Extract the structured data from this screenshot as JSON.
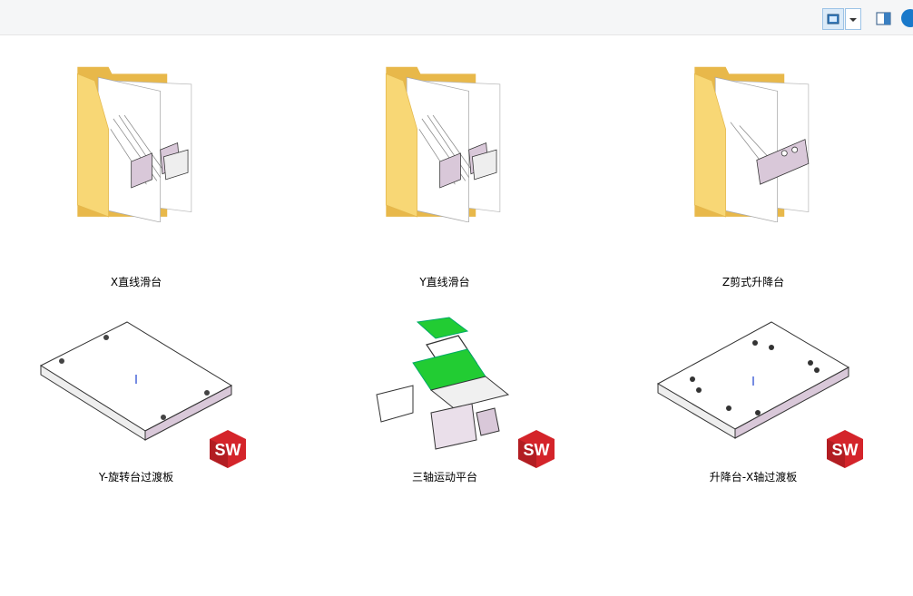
{
  "items": [
    {
      "name": "X直线滑台",
      "type": "folder",
      "variant": "linear"
    },
    {
      "name": "Y直线滑台",
      "type": "folder",
      "variant": "linear"
    },
    {
      "name": "Z剪式升降台",
      "type": "folder",
      "variant": "scissor"
    },
    {
      "name": "Y-旋转台过渡板",
      "type": "sw-part",
      "variant": "plate4"
    },
    {
      "name": "三轴运动平台",
      "type": "sw-assembly",
      "variant": "assembly"
    },
    {
      "name": "升降台-X轴过渡板",
      "type": "sw-part",
      "variant": "plate8"
    }
  ],
  "badge": {
    "text": "SW",
    "color": "#d4242a"
  },
  "colors": {
    "folder": "#f8d775",
    "folder_dark": "#e8b84a",
    "part_side": "#d9c8d9",
    "accent_green": "#22cc33"
  },
  "toolbar": {
    "view_icon": "large-icons-view-icon",
    "dropdown_icon": "chevron-down-icon",
    "pane_icon": "preview-pane-icon",
    "help_icon": "help-icon"
  }
}
